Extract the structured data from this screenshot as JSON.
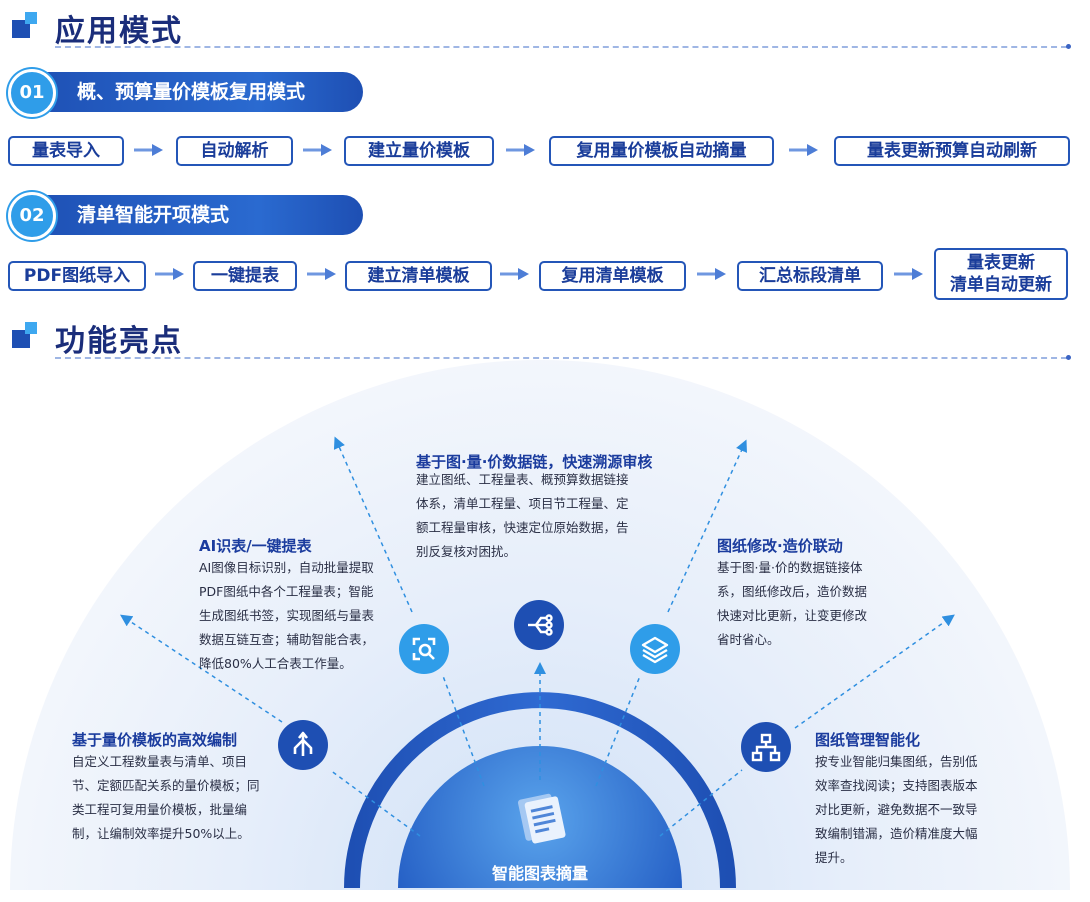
{
  "sections": {
    "mode_title": "应用模式",
    "features_title": "功能亮点"
  },
  "mode1": {
    "num": "01",
    "label": "概、预算量价模板复用模式",
    "steps": [
      "量表导入",
      "自动解析",
      "建立量价模板",
      "复用量价模板自动摘量",
      "量表更新预算自动刷新"
    ]
  },
  "mode2": {
    "num": "02",
    "label": "清单智能开项模式",
    "steps": [
      "PDF图纸导入",
      "一键提表",
      "建立清单模板",
      "复用清单模板",
      "汇总标段清单"
    ],
    "last_step": [
      "量表更新",
      "清单自动更新"
    ]
  },
  "hub": {
    "label": "智能图表摘量",
    "icon": "document-stack-icon"
  },
  "features": [
    {
      "icon": "split-arrow-icon",
      "title": "基于量价模板的高效编制",
      "lines": [
        "自定义工程数量表与清单、项目",
        "节、定额匹配关系的量价模板；同",
        "类工程可复用量价模板，批量编",
        "制，让编制效率提升50%以上。"
      ]
    },
    {
      "icon": "scan-search-icon",
      "title": "AI识表/一键提表",
      "lines": [
        "AI图像目标识别，自动批量提取",
        "PDF图纸中各个工程量表；智能",
        "生成图纸书签，实现图纸与量表",
        "数据互链互查；辅助智能合表，",
        "降低80%人工合表工作量。"
      ]
    },
    {
      "icon": "data-link-icon",
      "title": "基于图·量·价数据链，快速溯源审核",
      "lines": [
        "建立图纸、工程量表、概预算数据链接",
        "体系，清单工程量、项目节工程量、定",
        "额工程量审核，快速定位原始数据，告",
        "别反复核对困扰。"
      ]
    },
    {
      "icon": "layers-icon",
      "title": "图纸修改·造价联动",
      "lines": [
        "基于图·量·价的数据链接体",
        "系，图纸修改后，造价数据",
        "快速对比更新，让变更修改",
        "省时省心。"
      ]
    },
    {
      "icon": "hierarchy-icon",
      "title": "图纸管理智能化",
      "lines": [
        "按专业智能归集图纸，告别低",
        "效率查找阅读；支持图表版本",
        "对比更新，避免数据不一致导",
        "致编制错漏，造价精准度大幅",
        "提升。"
      ]
    }
  ],
  "colors": {
    "primary": "#1e4fb3",
    "accent": "#2f9de9",
    "title": "#1a2d7a"
  }
}
